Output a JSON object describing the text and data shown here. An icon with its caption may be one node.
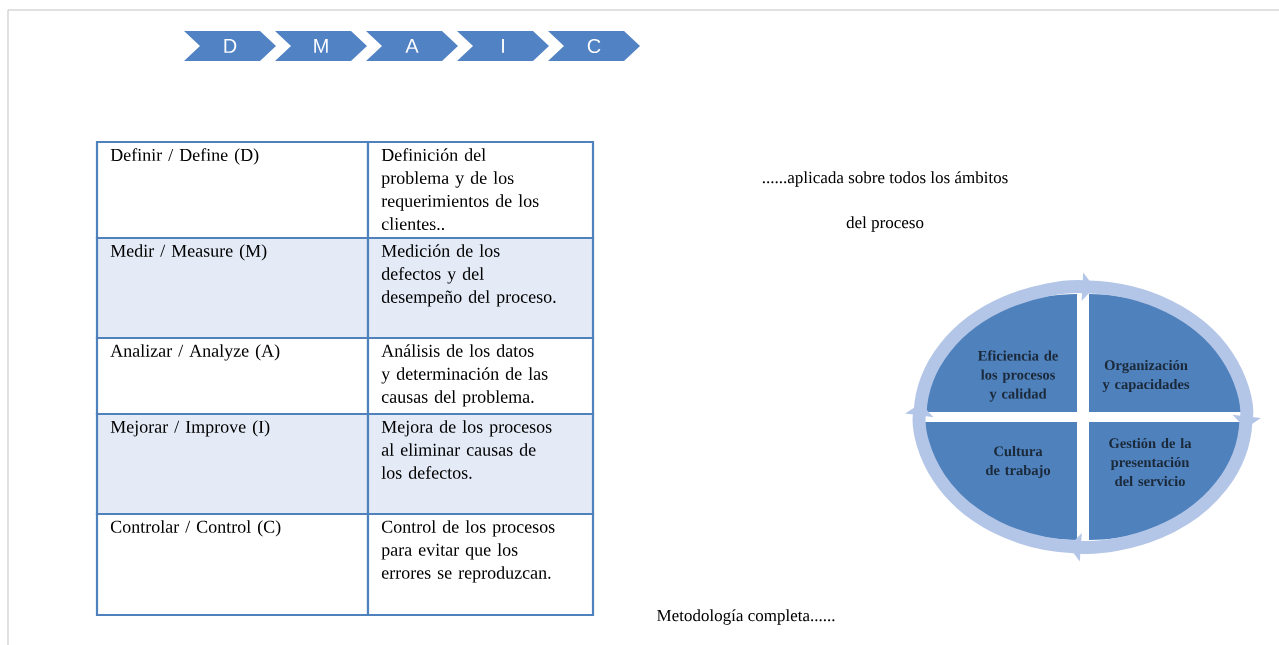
{
  "diagram": {
    "nodes": [
      {
        "text": [
          "D"
        ]
      },
      {
        "text": [
          "M"
        ]
      },
      {
        "text": [
          "A"
        ]
      },
      {
        "text": [
          "I"
        ]
      },
      {
        "text": [
          "C"
        ]
      },
      {
        "text": [
          "Eficiencia de los procesos y calidad"
        ]
      },
      {
        "text": [
          "Organización y capacidades"
        ]
      },
      {
        "text": [
          "Cultura de trabajo"
        ]
      },
      {
        "text": [
          "Gestión de la presentación del servicio"
        ]
      }
    ],
    "edges": [
      {
        "from": 5,
        "to": 6,
        "arrow": "to"
      },
      {
        "from": 6,
        "to": 8,
        "arrow": "to"
      },
      {
        "from": 8,
        "to": 7,
        "arrow": "to"
      },
      {
        "from": 7,
        "to": 5,
        "arrow": "to"
      }
    ],
    "labels": [
      "Definir / Define  (D)",
      "Definición del problema y de los requerimientos de los clientes..",
      "Medir / Measure  (M)",
      "Medición de los defectos y del desempeño del proceso.",
      "Analizar / Analyze  (A)",
      "Análisis de los datos y determinación de las causas del problema.",
      "Mejorar / Improve  (I)",
      "Mejora de los procesos al eliminar causas de los defectos.",
      "Controlar / Control  (C)",
      "Control de los procesos para evitar que los errores se reproduzcan.",
      "......aplicada sobre todos los ámbitos",
      "del proceso",
      "Metodología completa......"
    ]
  }
}
